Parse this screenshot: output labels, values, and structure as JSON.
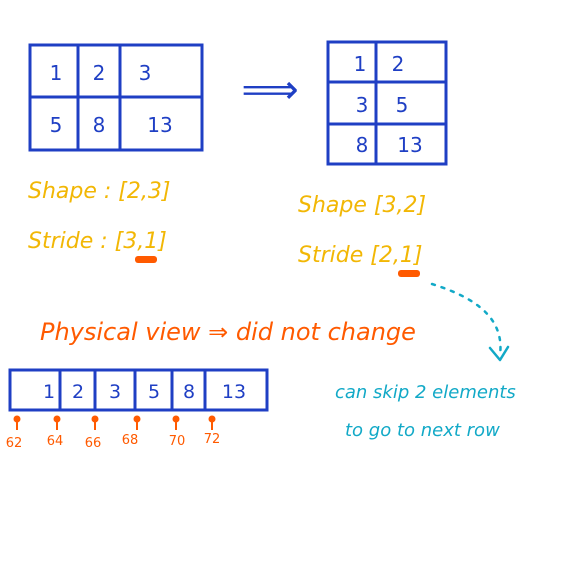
{
  "original": {
    "cells": [
      "1",
      "2",
      "3",
      "5",
      "8",
      "13"
    ],
    "shape_label": "Shape : ",
    "shape_value": "[2,3]",
    "stride_label": "Stride : ",
    "stride_value": "[3,1]"
  },
  "arrow": "⟹",
  "transposed": {
    "cells": [
      "1",
      "2",
      "3",
      "5",
      "8",
      "13"
    ],
    "shape_label": "Shape ",
    "shape_value": "[3,2]",
    "stride_label": "Stride ",
    "stride_value": "[2,1]"
  },
  "physical_view_text": "Physical view ⇒ did not change",
  "memory": {
    "values": [
      "1",
      "2",
      "3",
      "5",
      "8",
      "13"
    ],
    "addresses": [
      "62",
      "64",
      "66",
      "68",
      "70",
      "72"
    ]
  },
  "annotation": {
    "line1": "can skip 2 elements",
    "line2": "to go to next row"
  },
  "colors": {
    "blue": "#1f3fc4",
    "yellow": "#f2b705",
    "orange": "#ff5a00",
    "cyan": "#12a9c7"
  }
}
